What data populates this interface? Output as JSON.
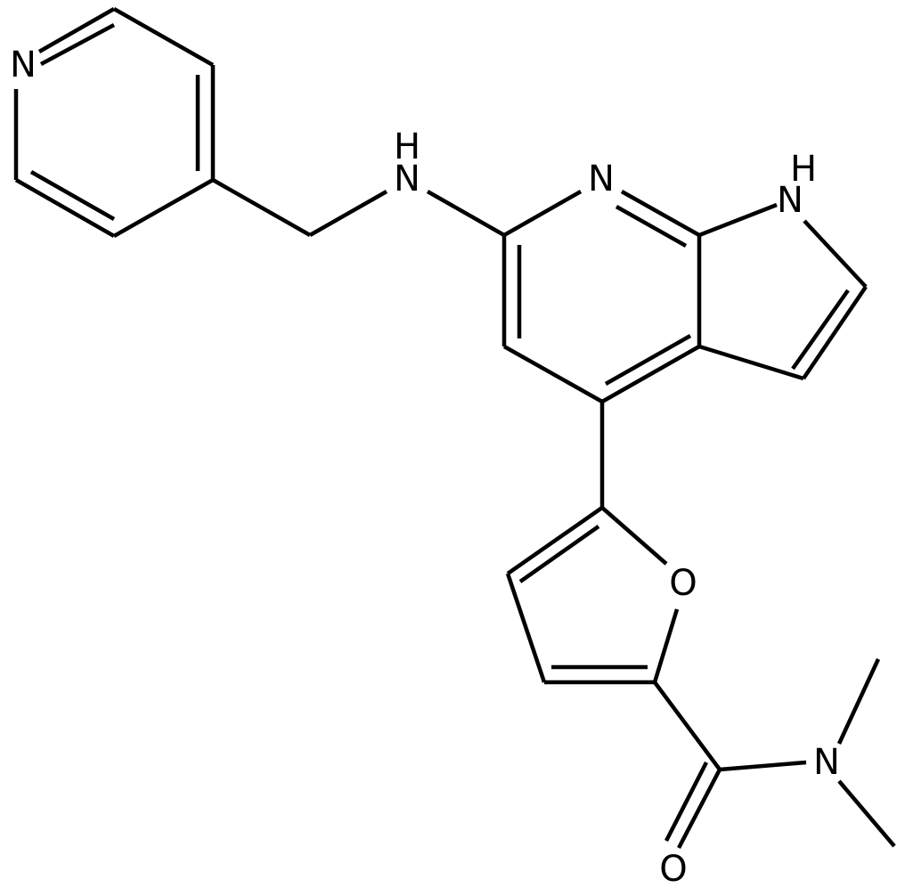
{
  "structure": {
    "atoms": [
      {
        "id": "pyr_n",
        "label": "N"
      },
      {
        "id": "amine_n",
        "label": "N"
      },
      {
        "id": "amine_h",
        "label": "H"
      },
      {
        "id": "ring_n",
        "label": "N"
      },
      {
        "id": "pyrrole_n",
        "label": "N"
      },
      {
        "id": "pyrrole_h",
        "label": "H"
      },
      {
        "id": "furan_o",
        "label": "O"
      },
      {
        "id": "amide_n",
        "label": "N"
      },
      {
        "id": "carbonyl_o",
        "label": "O"
      }
    ]
  }
}
